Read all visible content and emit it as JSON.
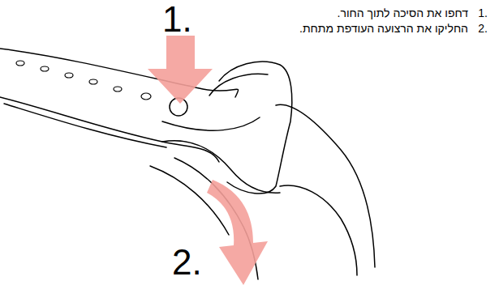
{
  "diagram": {
    "labels": [
      "1.",
      "2.",
      "1.",
      "דחפו את הסיכה לתוך החור.",
      "2.",
      "החליקו את הרצועה העודפת מתחת."
    ]
  }
}
